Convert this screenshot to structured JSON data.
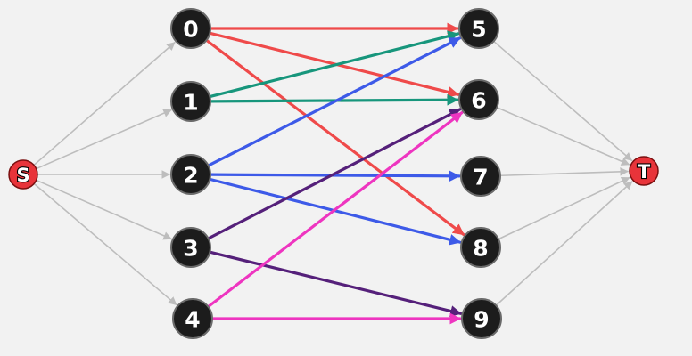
{
  "graph": {
    "nodes": [
      {
        "id": "S",
        "label": "S",
        "role": "source"
      },
      {
        "id": "0",
        "label": "0",
        "role": "left"
      },
      {
        "id": "1",
        "label": "1",
        "role": "left"
      },
      {
        "id": "2",
        "label": "2",
        "role": "left"
      },
      {
        "id": "3",
        "label": "3",
        "role": "left"
      },
      {
        "id": "4",
        "label": "4",
        "role": "left"
      },
      {
        "id": "5",
        "label": "5",
        "role": "right"
      },
      {
        "id": "6",
        "label": "6",
        "role": "right"
      },
      {
        "id": "7",
        "label": "7",
        "role": "right"
      },
      {
        "id": "8",
        "label": "8",
        "role": "right"
      },
      {
        "id": "9",
        "label": "9",
        "role": "right"
      },
      {
        "id": "T",
        "label": "T",
        "role": "sink"
      }
    ],
    "colors": {
      "terminal_fill": "#e8343a",
      "node_fill": "#1c1c1c",
      "node_stroke": "#6a6a6a",
      "grey_edge": "#bdbdbd",
      "red": "#ef4a4a",
      "teal": "#17967c",
      "blue": "#3d5ae8",
      "purple": "#55207a",
      "magenta": "#ee35c0"
    },
    "edges": [
      {
        "from": "S",
        "to": "0",
        "color": "grey_edge"
      },
      {
        "from": "S",
        "to": "1",
        "color": "grey_edge"
      },
      {
        "from": "S",
        "to": "2",
        "color": "grey_edge"
      },
      {
        "from": "S",
        "to": "3",
        "color": "grey_edge"
      },
      {
        "from": "S",
        "to": "4",
        "color": "grey_edge"
      },
      {
        "from": "5",
        "to": "T",
        "color": "grey_edge"
      },
      {
        "from": "6",
        "to": "T",
        "color": "grey_edge"
      },
      {
        "from": "7",
        "to": "T",
        "color": "grey_edge"
      },
      {
        "from": "8",
        "to": "T",
        "color": "grey_edge"
      },
      {
        "from": "9",
        "to": "T",
        "color": "grey_edge"
      },
      {
        "from": "0",
        "to": "5",
        "color": "red"
      },
      {
        "from": "0",
        "to": "6",
        "color": "red"
      },
      {
        "from": "0",
        "to": "8",
        "color": "red"
      },
      {
        "from": "1",
        "to": "5",
        "color": "teal"
      },
      {
        "from": "1",
        "to": "6",
        "color": "teal"
      },
      {
        "from": "2",
        "to": "5",
        "color": "blue"
      },
      {
        "from": "2",
        "to": "7",
        "color": "blue"
      },
      {
        "from": "2",
        "to": "8",
        "color": "blue"
      },
      {
        "from": "3",
        "to": "6",
        "color": "purple"
      },
      {
        "from": "3",
        "to": "9",
        "color": "purple"
      },
      {
        "from": "4",
        "to": "6",
        "color": "magenta"
      },
      {
        "from": "4",
        "to": "9",
        "color": "magenta"
      }
    ]
  }
}
